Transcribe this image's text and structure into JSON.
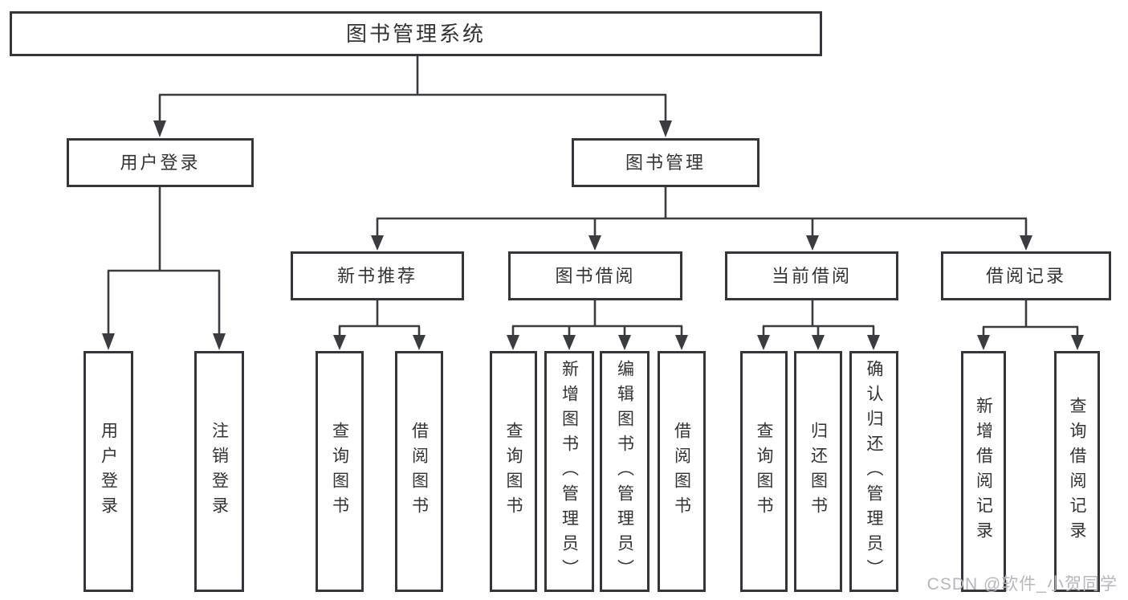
{
  "colors": {
    "line": "#3a3c3f",
    "box_border": "#343639",
    "text": "#333333",
    "watermark": "#b5b7ba",
    "background": "#ffffff"
  },
  "diagram": {
    "root": {
      "label": "图书管理系统"
    },
    "branches": [
      {
        "label": "用户登录",
        "children": [
          {
            "label": "用户登录"
          },
          {
            "label": "注销登录"
          }
        ]
      },
      {
        "label": "图书管理",
        "sections": [
          {
            "label": "新书推荐",
            "children": [
              {
                "label": "查询图书"
              },
              {
                "label": "借阅图书"
              }
            ]
          },
          {
            "label": "图书借阅",
            "children": [
              {
                "label": "查询图书"
              },
              {
                "label": "新增图书（管理员）"
              },
              {
                "label": "编辑图书（管理员）"
              },
              {
                "label": "借阅图书"
              }
            ]
          },
          {
            "label": "当前借阅",
            "children": [
              {
                "label": "查询图书"
              },
              {
                "label": "归还图书"
              },
              {
                "label": "确认归还（管理员）"
              }
            ]
          },
          {
            "label": "借阅记录",
            "children": [
              {
                "label": "新增借阅记录"
              },
              {
                "label": "查询借阅记录"
              }
            ]
          }
        ]
      }
    ]
  },
  "watermark": {
    "text": "CSDN @软件_小贺同学"
  }
}
